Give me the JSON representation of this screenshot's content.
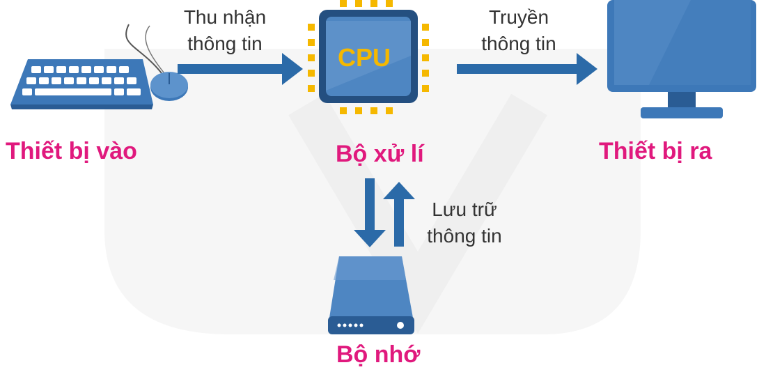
{
  "diagram": {
    "nodes": {
      "input": {
        "label": "Thiết bị vào",
        "icon": "keyboard-mouse-icon"
      },
      "cpu": {
        "label": "Bộ xử lí",
        "chip_text": "CPU",
        "icon": "cpu-chip-icon"
      },
      "output": {
        "label": "Thiết bị ra",
        "icon": "monitor-icon"
      },
      "memory": {
        "label": "Bộ nhớ",
        "icon": "hard-drive-icon"
      }
    },
    "edges": {
      "input_to_cpu": {
        "line1": "Thu nhận",
        "line2": "thông tin"
      },
      "cpu_to_output": {
        "line1": "Truyền",
        "line2": "thông tin"
      },
      "cpu_memory": {
        "line1": "Lưu trữ",
        "line2": "thông tin"
      }
    },
    "colors": {
      "arrow": "#2b6aa8",
      "label": "#e0197d",
      "device": "#3d78b8",
      "chip_pins": "#f5b800"
    }
  }
}
